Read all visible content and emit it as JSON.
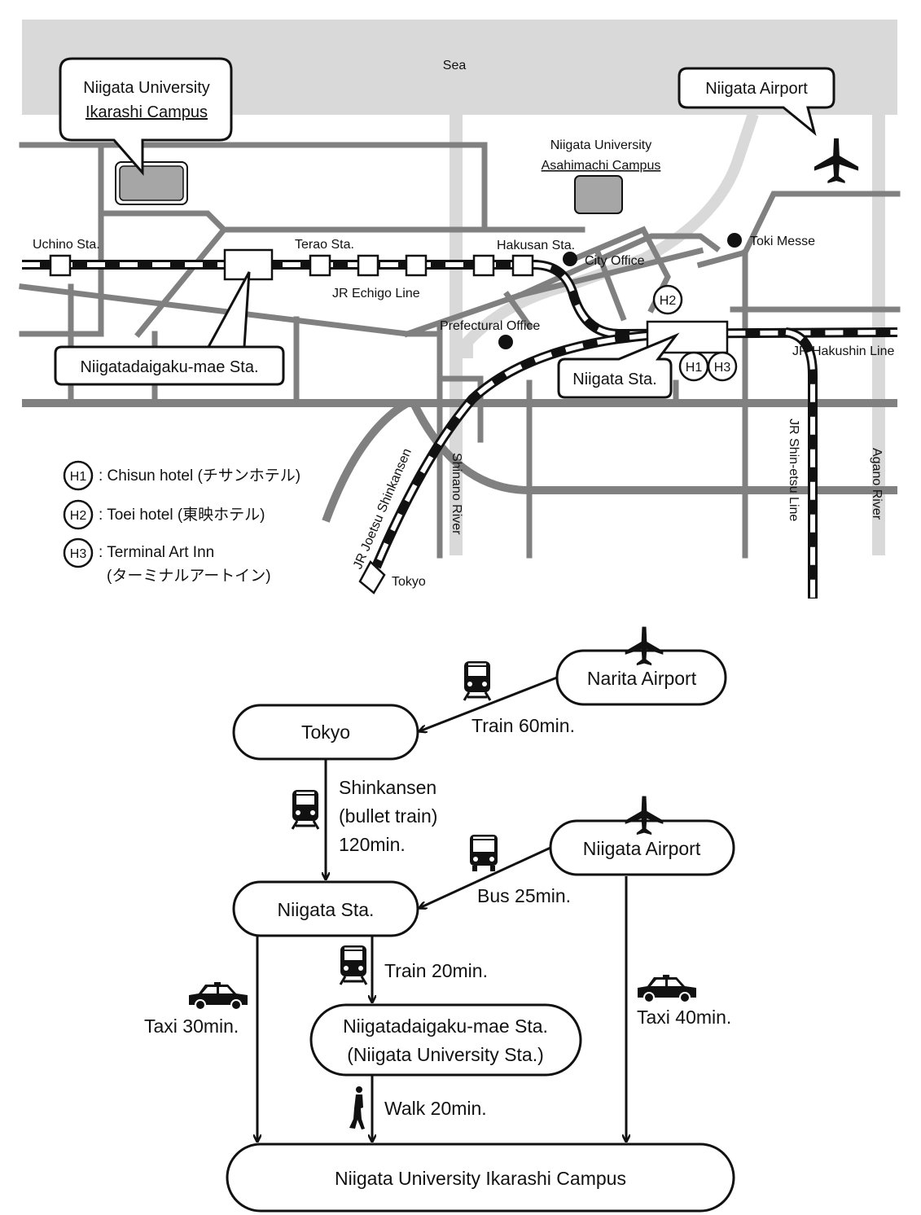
{
  "map": {
    "sea_label": "Sea",
    "callouts": {
      "ikarashi_line1": "Niigata University",
      "ikarashi_line2": "Ikarashi Campus",
      "airport": "Niigata Airport",
      "univ_mae": "Niigatadaigaku-mae Sta.",
      "niigata_sta": "Niigata Sta."
    },
    "asahimachi_line1": "Niigata University",
    "asahimachi_line2": "Asahimachi Campus",
    "stations": {
      "uchino": "Uchino Sta.",
      "terao": "Terao Sta.",
      "hakusan": "Hakusan Sta."
    },
    "lines": {
      "echigo": "JR Echigo Line",
      "hakushin": "JR Hakushin Line",
      "shinetsu": "JR Shin-etsu Line",
      "joetsu": "JR Joetsu Shinkansen"
    },
    "rivers": {
      "shinano": "Shinano River",
      "agano": "Agano River"
    },
    "places": {
      "toki_messe": "Toki Messe",
      "city_office": "City Office",
      "prefectural_office": "Prefectural Office",
      "tokyo": "Tokyo"
    },
    "hotel_badges": {
      "h1": "H1",
      "h2": "H2",
      "h3": "H3"
    },
    "legend": {
      "h1": ": Chisun hotel (チサンホテル)",
      "h2": ": Toei hotel (東映ホテル)",
      "h3_line1": ": Terminal Art Inn",
      "h3_line2": "(ターミナルアートイン)"
    }
  },
  "flow": {
    "nodes": {
      "narita": "Narita Airport",
      "tokyo": "Tokyo",
      "niigata_airport": "Niigata Airport",
      "niigata_sta": "Niigata Sta.",
      "univ_mae_line1": "Niigatadaigaku-mae Sta.",
      "univ_mae_line2": "(Niigata University Sta.)",
      "campus": "Niigata University Ikarashi Campus"
    },
    "edges": {
      "train60": "Train 60min.",
      "shinkansen_line1": "Shinkansen",
      "shinkansen_line2": "(bullet train)",
      "shinkansen_line3": "120min.",
      "bus25": "Bus 25min.",
      "train20": "Train 20min.",
      "taxi30": "Taxi 30min.",
      "taxi40": "Taxi 40min.",
      "walk20": "Walk 20min."
    },
    "icons": [
      "airplane-icon",
      "train-icon",
      "bus-icon",
      "taxi-icon",
      "walker-icon"
    ]
  }
}
